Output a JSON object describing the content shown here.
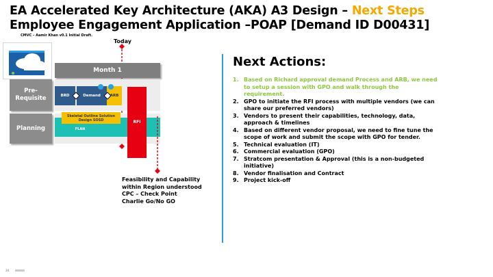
{
  "title": {
    "main": "EA Accelerated Key Architecture (AKA) A3 Design – ",
    "highlight": "Next Steps",
    "subtitle": "Employee Engagement Application –POAP [Demand ID D00431]",
    "draft_note": "CMVC – Aamir Khan v0.1 Initial Draft."
  },
  "timeline": {
    "today_label": "Today",
    "month_label": "Month 1",
    "lanes": [
      {
        "label": "Pre-\nRequisite"
      },
      {
        "label": "Planning"
      }
    ],
    "boxes": {
      "brd": "BRD",
      "demand": "Demand",
      "arb": "ARB",
      "sosd": "Skeletal Outline Solution Design SOSD",
      "plan": "PLAN",
      "rfi": "RFI"
    },
    "checkpoint_text": [
      "Feasibility and Capability",
      "within Region understood",
      "CPC – Check Point",
      "Charlie Go/No GO"
    ]
  },
  "next_actions": {
    "heading": "Next Actions:",
    "items": [
      {
        "num": "1.",
        "text": "Based on Richard approval demand Process and ARB, we need to setup a session with GPO and walk through the requirement.",
        "highlight": true
      },
      {
        "num": "2.",
        "text": "GPO to initiate the RFI process with multiple vendors (we can share our preferred vendors)",
        "highlight": false
      },
      {
        "num": "3.",
        "text": "Vendors to present their capabilities, technology, data, approach & timelines",
        "highlight": false
      },
      {
        "num": "4.",
        "text": "Based on different vendor proposal, we need to fine tune the scope of work and submit the scope with GPO for tender.",
        "highlight": false
      },
      {
        "num": "5.",
        "text": "Technical evaluation (IT)",
        "highlight": false
      },
      {
        "num": "6.",
        "text": "Commercial evaluation (GPO)",
        "highlight": false
      },
      {
        "num": "7.",
        "text": "Stratcom presentation & Approval (this is a non-budgeted initiative)",
        "highlight": false
      },
      {
        "num": "8.",
        "text": "Vendor finalisation and Contract",
        "highlight": false
      },
      {
        "num": "9.",
        "text": "Project kick-off",
        "highlight": false
      }
    ]
  },
  "footer": {
    "page_number": "34"
  },
  "colors": {
    "accent_orange": "#f5a800",
    "highlight_green": "#8dc63f",
    "divider_blue": "#2e9be0",
    "rfi_red": "#e60012",
    "plan_teal": "#1ec0b4",
    "box_navy": "#2f5b8c",
    "box_yellow": "#f5c000"
  }
}
